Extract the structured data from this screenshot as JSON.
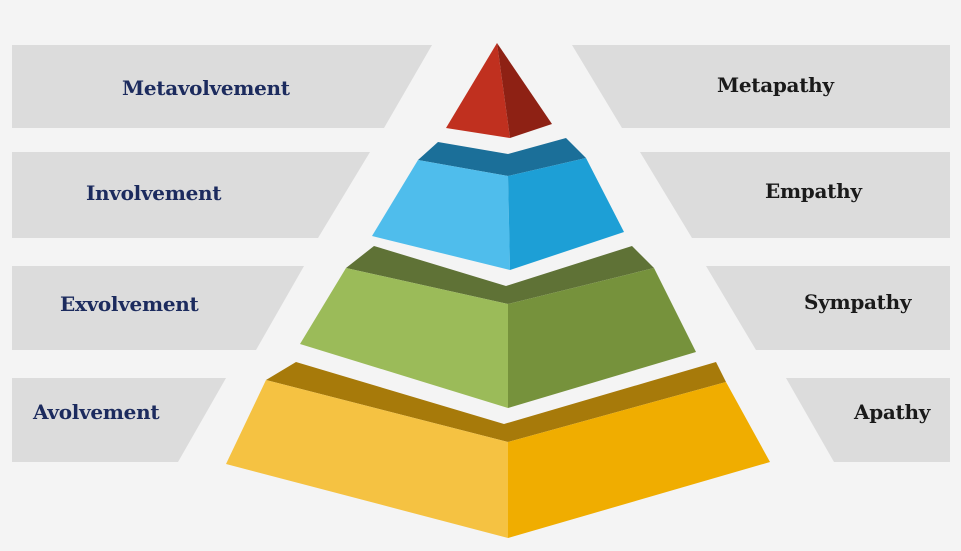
{
  "left_labels": {
    "l1": "Metavolvement",
    "l2": "Involvement",
    "l3": "Exvolvement",
    "l4": "Avolvement"
  },
  "right_labels": {
    "r1": "Metapathy",
    "r2": "Empathy",
    "r3": "Sympathy",
    "r4": "Apathy"
  },
  "colors": {
    "band": "#dcdcdc",
    "red_front": "#c0301f",
    "red_side": "#8e2114",
    "blue_front": "#4fbdec",
    "blue_side": "#1d9fd6",
    "blue_top": "#1b6f99",
    "green_front": "#9bbb59",
    "green_side": "#76923c",
    "green_top": "#5f7236",
    "yellow_front": "#f5c242",
    "yellow_side": "#f0ad00",
    "yellow_top": "#a77a0a",
    "left_text": "#1c2b5e",
    "right_text": "#1a1a1a"
  }
}
